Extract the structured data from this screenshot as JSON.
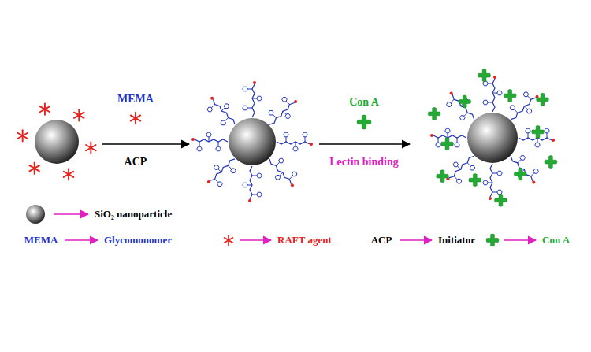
{
  "diagram": {
    "labels": [
      "MEMA",
      "ACP",
      "Con A",
      "Lectin binding",
      "MEMA",
      "ACP"
    ],
    "legend": [
      {
        "text": "SiO₂ nanoparticle"
      },
      {
        "text": "Glycomonomer"
      },
      {
        "text": "RAFT agent"
      },
      {
        "text": "Initiator"
      },
      {
        "text": "Con A"
      }
    ]
  }
}
